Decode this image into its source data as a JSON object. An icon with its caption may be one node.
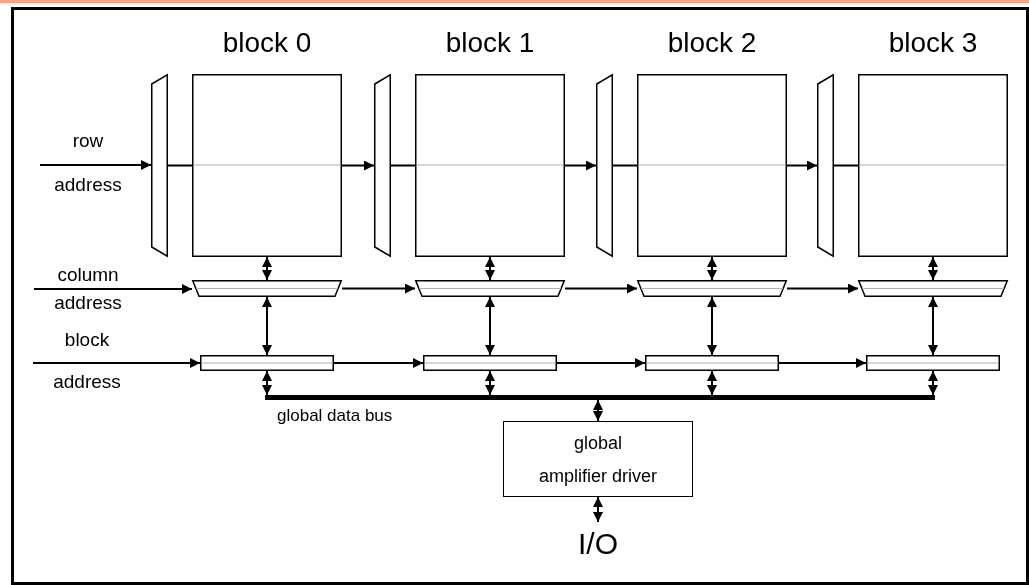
{
  "diagram": {
    "nodes": [
      {
        "text": [
          "block 0"
        ]
      },
      {
        "text": [
          "block 1"
        ]
      },
      {
        "text": [
          "block 2"
        ]
      },
      {
        "text": [
          "block 3"
        ]
      },
      {
        "text": [],
        "shape": "trapezoid"
      },
      {
        "text": [],
        "shape": "trapezoid"
      },
      {
        "text": [],
        "shape": "trapezoid"
      },
      {
        "text": [],
        "shape": "trapezoid"
      },
      {
        "text": [],
        "shape": "trapezoid"
      },
      {
        "text": [],
        "shape": "trapezoid"
      },
      {
        "text": [],
        "shape": "trapezoid"
      },
      {
        "text": [],
        "shape": "trapezoid"
      },
      {
        "text": [],
        "shape": "bar"
      },
      {
        "text": [],
        "shape": "bar"
      },
      {
        "text": [],
        "shape": "bar"
      },
      {
        "text": [],
        "shape": "bar"
      },
      {
        "text": [
          "row",
          "address"
        ]
      },
      {
        "text": [
          "column",
          "address"
        ]
      },
      {
        "text": [
          "block",
          "address"
        ]
      },
      {
        "text": [],
        "shape": "bar",
        "beside": [
          "global data bus"
        ]
      },
      {
        "text": [
          "global",
          "amplifier driver"
        ]
      },
      {
        "text": [
          "I/O"
        ]
      }
    ],
    "edges": [
      {
        "from": 16,
        "to": 4,
        "arrow": "to"
      },
      {
        "from": 4,
        "to": 0,
        "arrow": "none"
      },
      {
        "from": 0,
        "to": 5,
        "arrow": "to"
      },
      {
        "from": 5,
        "to": 1,
        "arrow": "none"
      },
      {
        "from": 1,
        "to": 6,
        "arrow": "to"
      },
      {
        "from": 6,
        "to": 2,
        "arrow": "none"
      },
      {
        "from": 2,
        "to": 7,
        "arrow": "to"
      },
      {
        "from": 7,
        "to": 3,
        "arrow": "none"
      },
      {
        "from": 17,
        "to": 8,
        "arrow": "to"
      },
      {
        "from": 8,
        "to": 9,
        "arrow": "to"
      },
      {
        "from": 9,
        "to": 10,
        "arrow": "to"
      },
      {
        "from": 10,
        "to": 11,
        "arrow": "to"
      },
      {
        "from": 18,
        "to": 12,
        "arrow": "to"
      },
      {
        "from": 12,
        "to": 13,
        "arrow": "to"
      },
      {
        "from": 13,
        "to": 14,
        "arrow": "to"
      },
      {
        "from": 14,
        "to": 15,
        "arrow": "to"
      },
      {
        "from": 0,
        "to": 8,
        "arrow": "both"
      },
      {
        "from": 1,
        "to": 9,
        "arrow": "both"
      },
      {
        "from": 2,
        "to": 10,
        "arrow": "both"
      },
      {
        "from": 3,
        "to": 11,
        "arrow": "both"
      },
      {
        "from": 8,
        "to": 12,
        "arrow": "both"
      },
      {
        "from": 9,
        "to": 13,
        "arrow": "both"
      },
      {
        "from": 10,
        "to": 14,
        "arrow": "both"
      },
      {
        "from": 11,
        "to": 15,
        "arrow": "both"
      },
      {
        "from": 12,
        "to": 19,
        "arrow": "both"
      },
      {
        "from": 13,
        "to": 19,
        "arrow": "both"
      },
      {
        "from": 14,
        "to": 19,
        "arrow": "both"
      },
      {
        "from": 15,
        "to": 19,
        "arrow": "both"
      },
      {
        "from": 19,
        "to": 20,
        "arrow": "both"
      },
      {
        "from": 20,
        "to": 21,
        "arrow": "both"
      }
    ]
  }
}
